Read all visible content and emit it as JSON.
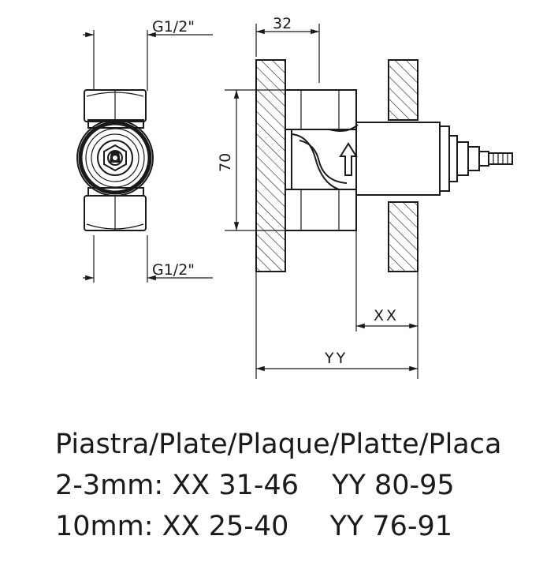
{
  "dimensions": {
    "thread_top": "G1/2\"",
    "thread_bottom": "G1/2\"",
    "width_32": "32",
    "height_70": "70",
    "xx": "XX",
    "yy": "YY"
  },
  "caption": {
    "line1": "Piastra/Plate/Plaque/Platte/Placa",
    "line2_left": "2-3mm: XX 31-46",
    "line2_right": "YY 80-95",
    "line3_left": "10mm: XX 25-40",
    "line3_right": "YY 76-91"
  }
}
